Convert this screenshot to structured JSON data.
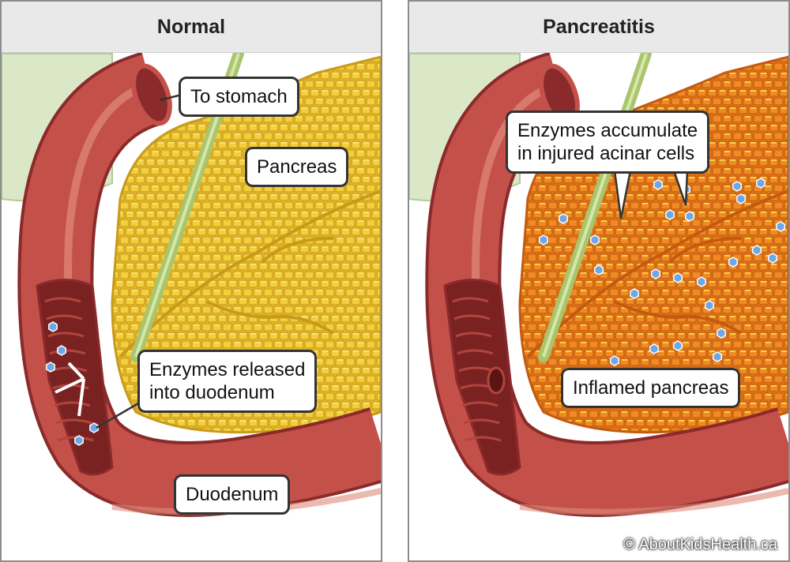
{
  "panels": [
    {
      "title": "Normal",
      "labels": {
        "to_stomach": "To stomach",
        "pancreas": "Pancreas",
        "enzymes_released_line1": "Enzymes released",
        "enzymes_released_line2": "into duodenum",
        "duodenum": "Duodenum"
      },
      "colors": {
        "pancreas": "#f3cf3c",
        "pancreas_dark": "#c99a1a",
        "cell_edge": "#f7e27a"
      }
    },
    {
      "title": "Pancreatitis",
      "labels": {
        "enzymes_accumulate_line1": "Enzymes accumulate",
        "enzymes_accumulate_line2": "in injured acinar cells",
        "inflamed_pancreas": "Inflamed pancreas"
      },
      "colors": {
        "pancreas": "#f08a22",
        "pancreas_dark": "#c45a10",
        "cell_edge": "#f7d24a"
      }
    }
  ],
  "copyright": "© AboutKidsHealth.ca",
  "colors": {
    "duodenum": "#c4504a",
    "duodenum_light": "#e08a7c",
    "duodenum_dark": "#8a2a2a",
    "duct": "#a9c56e",
    "gallbladder": "#dbe8c8",
    "enzyme": "#6fa6e6"
  }
}
